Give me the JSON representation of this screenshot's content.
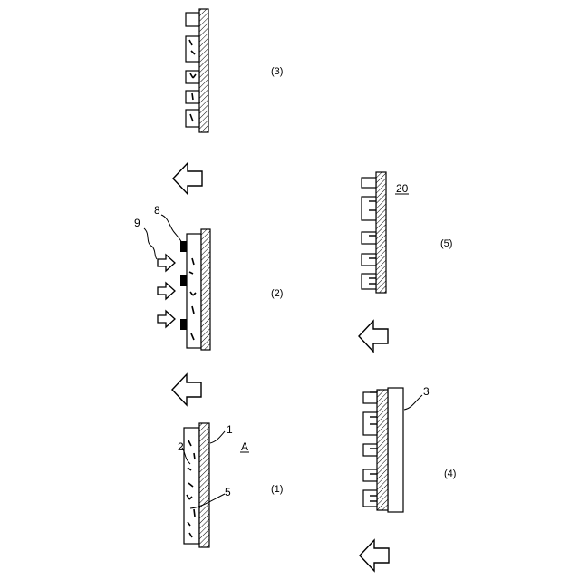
{
  "labels": {
    "n1": "1",
    "n2": "2",
    "n3": "3",
    "n5": "5",
    "n8": "8",
    "n9": "9",
    "n20": "20",
    "A": "A"
  },
  "steps": {
    "s1": "(1)",
    "s2": "(2)",
    "s3": "(3)",
    "s4": "(4)",
    "s5": "(5)"
  }
}
